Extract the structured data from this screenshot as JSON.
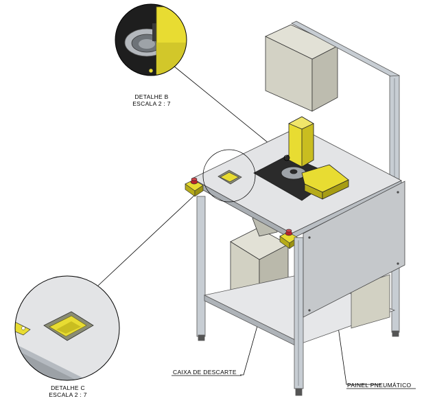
{
  "detail_b": {
    "title": "DETALHE B",
    "scale": "ESCALA 2 : 7"
  },
  "detail_c": {
    "title": "DETALHE C",
    "scale": "ESCALA 2 : 7"
  },
  "callouts": {
    "discard_box": "CAIXA DE DESCARTE",
    "pneumatic_panel": "PAINEL PNEUMÁTICO"
  },
  "colors": {
    "frame": "#c7cdd3",
    "frame_shadow": "#7d858c",
    "table_top": "#e3e4e6",
    "panel": "#c5c8cb",
    "cabinet": "#d2d1c3",
    "yellow": "#e8dc32",
    "yellow_dark": "#9b9212",
    "dark": "#2b2b2b",
    "button_red": "#b8232a"
  }
}
